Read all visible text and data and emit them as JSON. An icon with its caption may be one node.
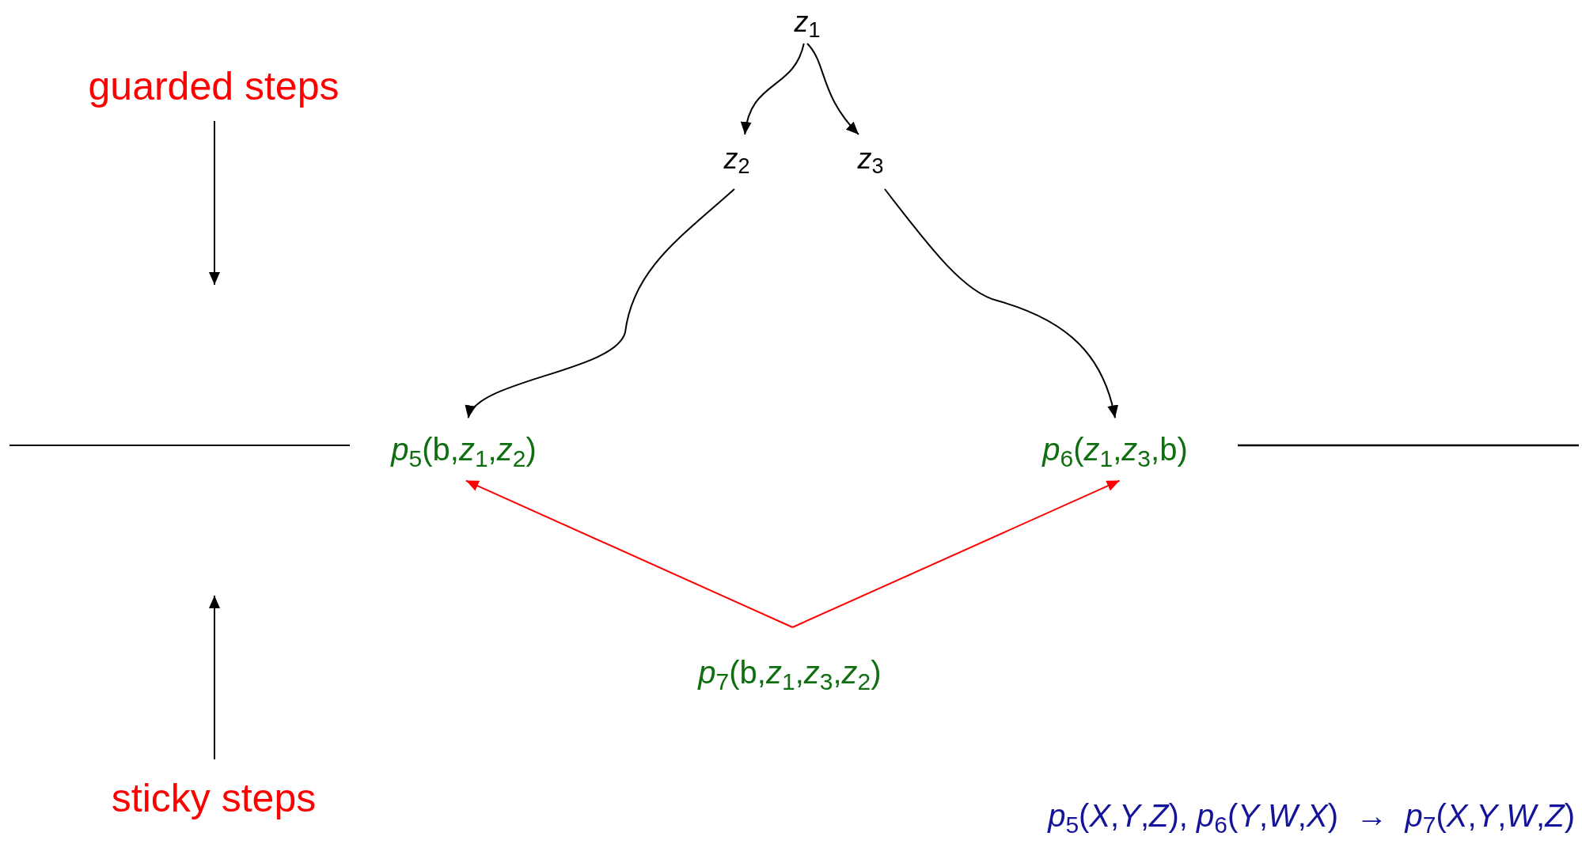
{
  "diagram": {
    "nodes": [
      {
        "text": [
          "*z*$_{1}$"
        ]
      },
      {
        "text": [
          "*z*$_{2}$"
        ]
      },
      {
        "text": [
          "*z*$_{3}$"
        ]
      },
      {
        "text": [
          "*p*$_{5}$(b,*z*$_{1}$,*z*$_{2}$)"
        ]
      },
      {
        "text": [
          "*p*$_{6}$(*z*$_{1}$,*z*$_{3}$,b)"
        ]
      },
      {
        "text": [
          "*p*$_{7}$(b,*z*$_{1}$,*z*$_{3}$,*z*$_{2}$)"
        ]
      }
    ],
    "edges": [
      {
        "from": 0,
        "to": 1,
        "arrow": "to"
      },
      {
        "from": 0,
        "to": 2,
        "arrow": "to"
      },
      {
        "from": 1,
        "to": 3,
        "arrow": "to"
      },
      {
        "from": 2,
        "to": 4,
        "arrow": "to"
      },
      {
        "from": 5,
        "to": 3,
        "arrow": "to",
        "color": "#ff0000"
      },
      {
        "from": 5,
        "to": 4,
        "arrow": "to",
        "color": "#ff0000"
      }
    ],
    "labels": [
      "guarded steps",
      "sticky steps",
      "*p*$_{5}$(*X*,*Y*,*Z*), *p*$_{6}$(*Y*,*W*,*X*)  →  *p*$_{7}$(*X*,*Y*,*W*,*Z*)"
    ]
  }
}
